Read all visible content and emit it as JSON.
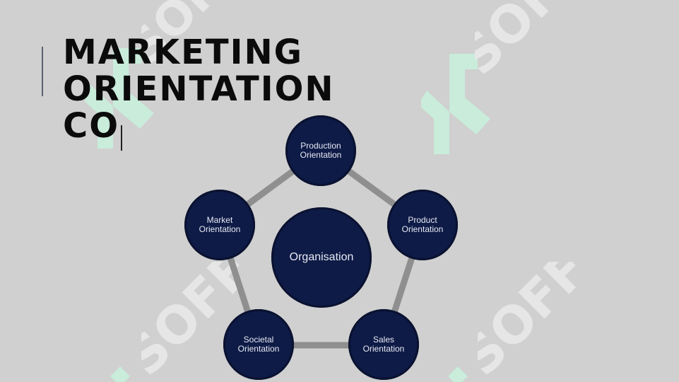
{
  "slide": {
    "title": "MARKETING\nORIENTATION\nCO"
  },
  "diagram": {
    "center": {
      "label": "Organisation"
    },
    "nodes": [
      {
        "label": "Production\nOrientation"
      },
      {
        "label": "Product\nOrientation"
      },
      {
        "label": "Sales\nOrientation"
      },
      {
        "label": "Societal\nOrientation"
      },
      {
        "label": "Market\nOrientation"
      }
    ]
  },
  "watermark": {
    "text": "SOFF"
  },
  "colors": {
    "background": "#d0d0d0",
    "node_fill": "#0e1b47",
    "node_text": "#e6e9f2",
    "ring": "#8f8f8f",
    "watermark_green": "#c8eedc",
    "watermark_text": "#e6e6e6",
    "title_text": "#0b0b0b"
  }
}
